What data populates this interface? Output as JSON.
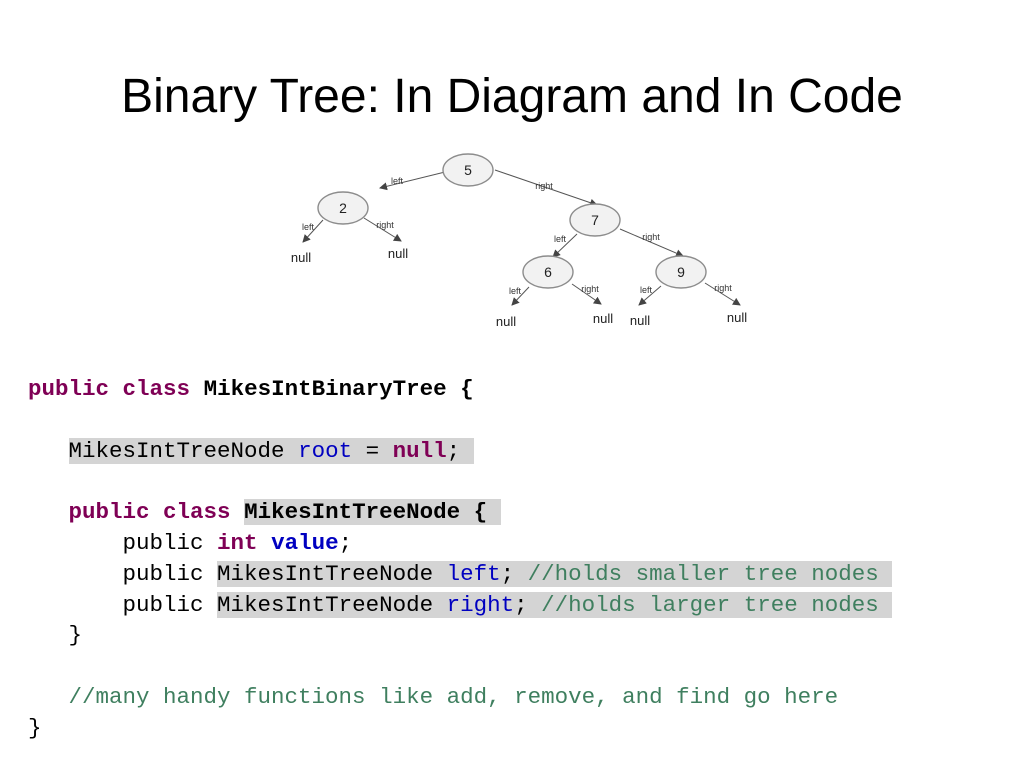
{
  "slide": {
    "title": "Binary Tree: In Diagram and In Code"
  },
  "tree": {
    "nodes": {
      "n5": "5",
      "n2": "2",
      "n7": "7",
      "n6": "6",
      "n9": "9"
    },
    "edge_labels": {
      "left": "left",
      "right": "right"
    },
    "null_label": "null"
  },
  "code": {
    "kw_public": "public",
    "kw_class": "class",
    "kw_int": "int",
    "kw_null": "null",
    "outer_class_name": "MikesIntBinaryTree",
    "node_type": "MikesIntTreeNode",
    "root_field": "root",
    "value_field": "value",
    "left_field": "left",
    "right_field": "right",
    "open_brace": "{",
    "close_brace": "}",
    "assign": "=",
    "semicolon": ";",
    "comment_left": "//holds smaller tree nodes",
    "comment_right": "//holds larger tree nodes",
    "comment_functions": "//many handy functions like add, remove, and find go here"
  }
}
